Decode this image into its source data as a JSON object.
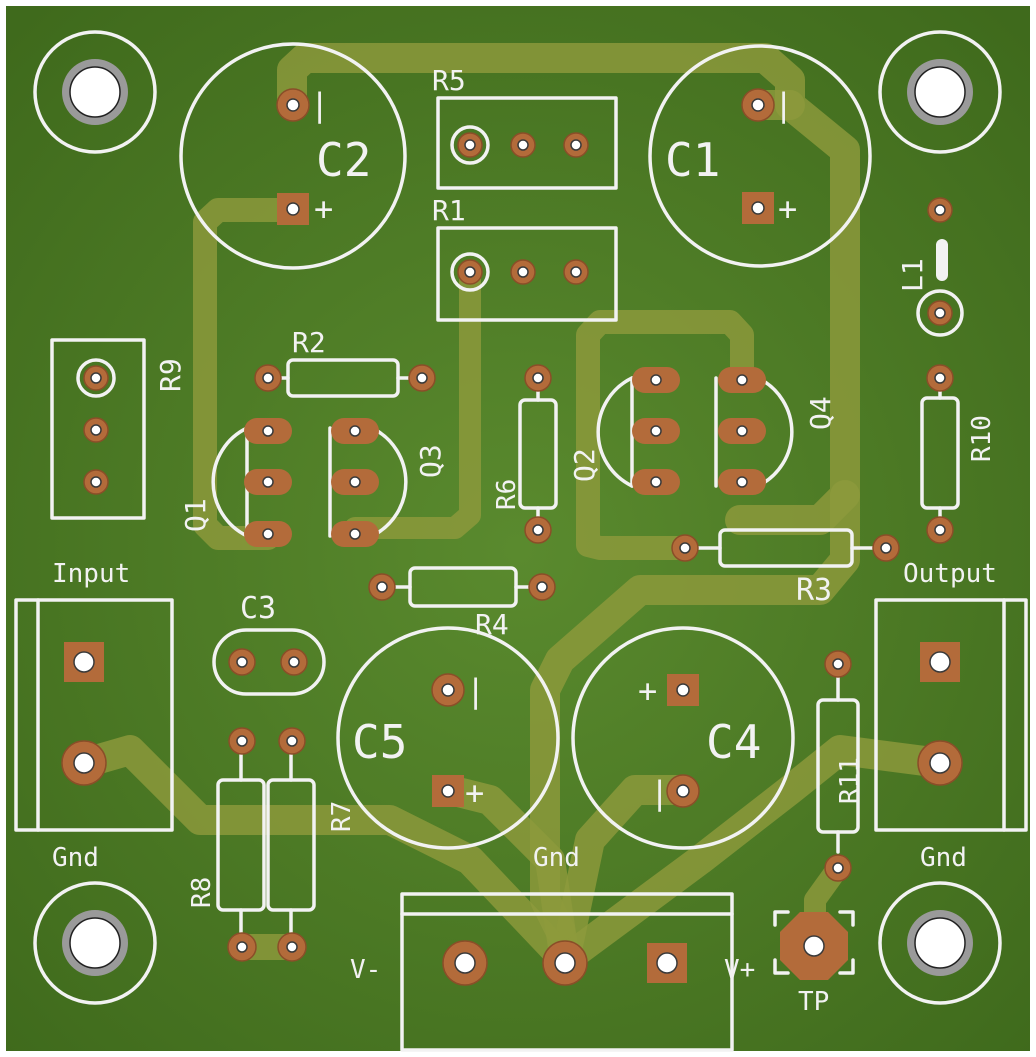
{
  "board": {
    "colors": {
      "board": "#3f6a1c",
      "board_light": "#5a8a2e",
      "trace": "#8d9a3c",
      "copper": "#b36b3a",
      "silkscreen": "#f2f2f2"
    }
  },
  "labels": {
    "c1": "C1",
    "c2": "C2",
    "c3": "C3",
    "c4": "C4",
    "c5": "C5",
    "r1": "R1",
    "r2": "R2",
    "r3": "R3",
    "r4": "R4",
    "r5": "R5",
    "r6": "R6",
    "r7": "R7",
    "r8": "R8",
    "r9": "R9",
    "r10": "R10",
    "r11": "R11",
    "q1": "Q1",
    "q2": "Q2",
    "q3": "Q3",
    "q4": "Q4",
    "l1": "L1",
    "input": "Input",
    "output": "Output",
    "gnd_left": "Gnd",
    "gnd_center": "Gnd",
    "gnd_right": "Gnd",
    "v_minus": "V-",
    "v_plus": "V+",
    "tp": "TP",
    "plus": "+",
    "minus": "|"
  }
}
